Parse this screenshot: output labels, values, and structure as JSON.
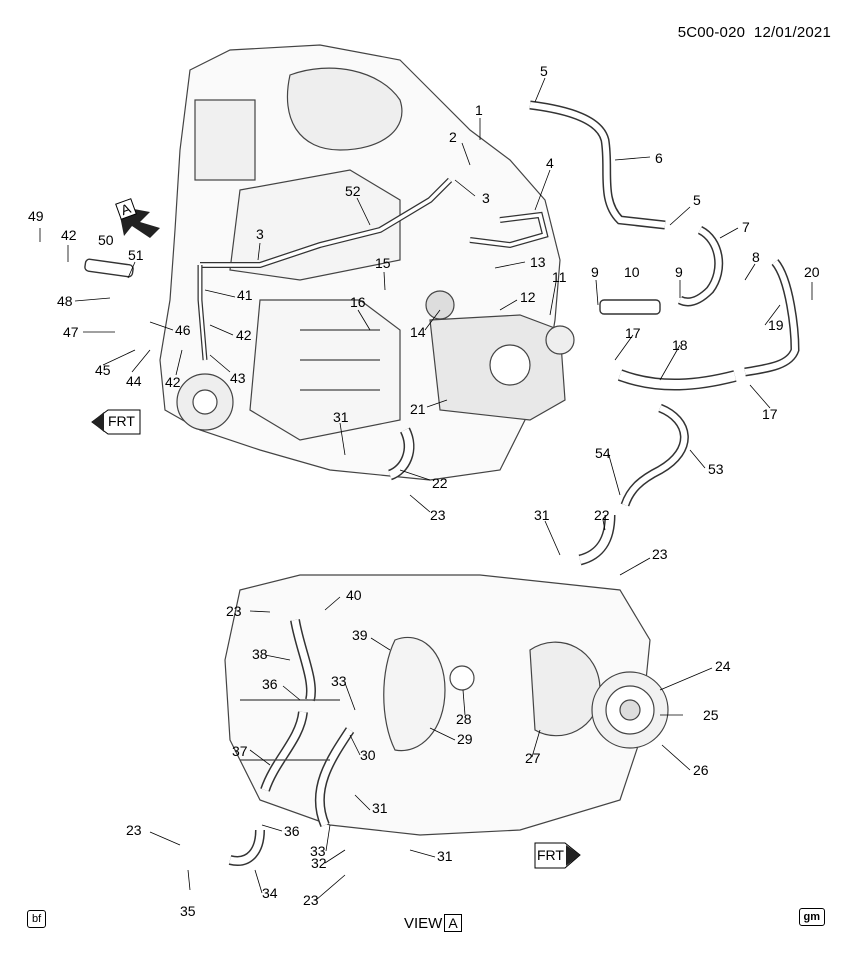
{
  "header": {
    "code": "5C00-020",
    "date": "12/01/2021"
  },
  "view": {
    "prefix": "VIEW",
    "letter": "A"
  },
  "badges": {
    "left": "bf",
    "right": "gm"
  },
  "direction_labels": {
    "upper": "FRT",
    "lower": "FRT"
  },
  "view_arrow_letter": "A",
  "callouts": [
    {
      "id": "c5a",
      "label": "5"
    },
    {
      "id": "c1",
      "label": "1"
    },
    {
      "id": "c2",
      "label": "2"
    },
    {
      "id": "c6",
      "label": "6"
    },
    {
      "id": "c4",
      "label": "4"
    },
    {
      "id": "c3a",
      "label": "3"
    },
    {
      "id": "c52",
      "label": "52"
    },
    {
      "id": "c5b",
      "label": "5"
    },
    {
      "id": "c7",
      "label": "7"
    },
    {
      "id": "c8",
      "label": "8"
    },
    {
      "id": "c20",
      "label": "20"
    },
    {
      "id": "c49",
      "label": "49"
    },
    {
      "id": "c42a",
      "label": "42"
    },
    {
      "id": "c50",
      "label": "50"
    },
    {
      "id": "c51",
      "label": "51"
    },
    {
      "id": "c3b",
      "label": "3"
    },
    {
      "id": "c13",
      "label": "13"
    },
    {
      "id": "c15",
      "label": "15"
    },
    {
      "id": "c11",
      "label": "11"
    },
    {
      "id": "c9a",
      "label": "9"
    },
    {
      "id": "c10",
      "label": "10"
    },
    {
      "id": "c9b",
      "label": "9"
    },
    {
      "id": "c48",
      "label": "48"
    },
    {
      "id": "c41",
      "label": "41"
    },
    {
      "id": "c12",
      "label": "12"
    },
    {
      "id": "c16",
      "label": "16"
    },
    {
      "id": "c14",
      "label": "14"
    },
    {
      "id": "c19",
      "label": "19"
    },
    {
      "id": "c47",
      "label": "47"
    },
    {
      "id": "c46",
      "label": "46"
    },
    {
      "id": "c42b",
      "label": "42"
    },
    {
      "id": "c17a",
      "label": "17"
    },
    {
      "id": "c18",
      "label": "18"
    },
    {
      "id": "c45",
      "label": "45"
    },
    {
      "id": "c44",
      "label": "44"
    },
    {
      "id": "c42c",
      "label": "42"
    },
    {
      "id": "c43",
      "label": "43"
    },
    {
      "id": "c17b",
      "label": "17"
    },
    {
      "id": "c21",
      "label": "21"
    },
    {
      "id": "c31a",
      "label": "31"
    },
    {
      "id": "c54",
      "label": "54"
    },
    {
      "id": "c53",
      "label": "53"
    },
    {
      "id": "c22a",
      "label": "22"
    },
    {
      "id": "c23a",
      "label": "23"
    },
    {
      "id": "c31b",
      "label": "31"
    },
    {
      "id": "c22b",
      "label": "22"
    },
    {
      "id": "c23b",
      "label": "23"
    },
    {
      "id": "c23c",
      "label": "23"
    },
    {
      "id": "c40",
      "label": "40"
    },
    {
      "id": "c39",
      "label": "39"
    },
    {
      "id": "c38",
      "label": "38"
    },
    {
      "id": "c24",
      "label": "24"
    },
    {
      "id": "c33a",
      "label": "33"
    },
    {
      "id": "c36a",
      "label": "36"
    },
    {
      "id": "c28",
      "label": "28"
    },
    {
      "id": "c25",
      "label": "25"
    },
    {
      "id": "c29",
      "label": "29"
    },
    {
      "id": "c30",
      "label": "30"
    },
    {
      "id": "c37",
      "label": "37"
    },
    {
      "id": "c27",
      "label": "27"
    },
    {
      "id": "c26",
      "label": "26"
    },
    {
      "id": "c31c",
      "label": "31"
    },
    {
      "id": "c23d",
      "label": "23"
    },
    {
      "id": "c36b",
      "label": "36"
    },
    {
      "id": "c33b",
      "label": "33"
    },
    {
      "id": "c32",
      "label": "32"
    },
    {
      "id": "c31d",
      "label": "31"
    },
    {
      "id": "c34",
      "label": "34"
    },
    {
      "id": "c23e",
      "label": "23"
    },
    {
      "id": "c35",
      "label": "35"
    }
  ]
}
